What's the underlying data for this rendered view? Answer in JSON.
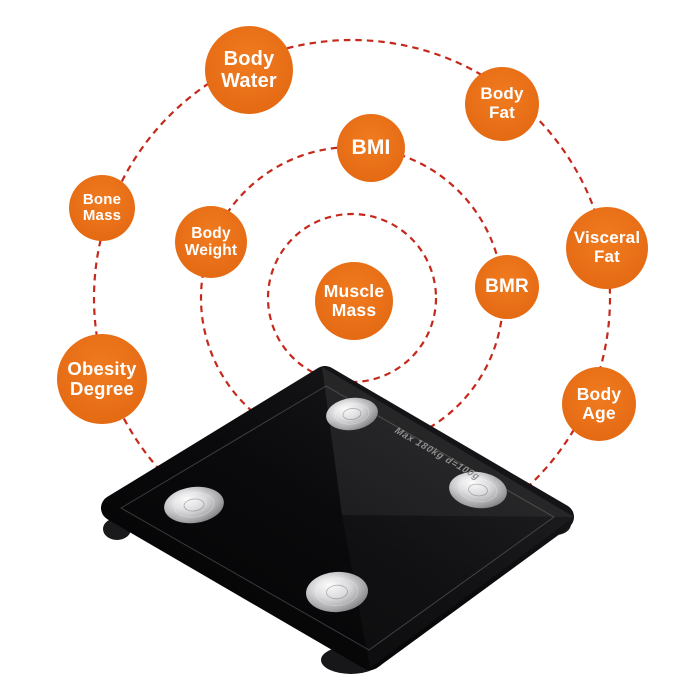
{
  "image": {
    "kind": "product-feature-graphic",
    "subject": "smart body fat bathroom scale"
  },
  "badges": [
    {
      "id": "body-water",
      "lines": [
        "Body",
        "Water"
      ]
    },
    {
      "id": "body-fat",
      "lines": [
        "Body",
        "Fat"
      ]
    },
    {
      "id": "bmi",
      "lines": [
        "BMI"
      ]
    },
    {
      "id": "bone-mass",
      "lines": [
        "Bone",
        "Mass"
      ]
    },
    {
      "id": "body-weight",
      "lines": [
        "Body",
        "Weight"
      ]
    },
    {
      "id": "visceral-fat",
      "lines": [
        "Visceral",
        "Fat"
      ]
    },
    {
      "id": "muscle-mass",
      "lines": [
        "Muscle",
        "Mass"
      ]
    },
    {
      "id": "bmr",
      "lines": [
        "BMR"
      ]
    },
    {
      "id": "obesity-degree",
      "lines": [
        "Obesity",
        "Degree"
      ]
    },
    {
      "id": "body-age",
      "lines": [
        "Body",
        "Age"
      ]
    }
  ],
  "scale": {
    "engraving": "Max 180kg d=100g"
  },
  "colors": {
    "badge_orange": "#e8701a",
    "ring_red": "#c5291b",
    "glass_black": "#0a0a0c",
    "text_white": "#ffffff",
    "engraving_gray": "#8f8f92",
    "background": "#ffffff"
  }
}
